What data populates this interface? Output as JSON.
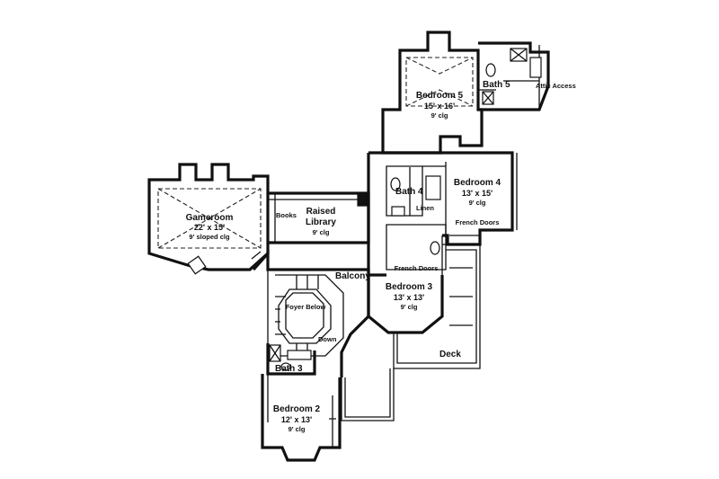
{
  "rooms": {
    "bedroom5": {
      "name": "Bedroom 5",
      "size": "15' x 16'",
      "ceiling": "9' clg"
    },
    "bath5": {
      "name": "Bath 5"
    },
    "attic_access": "Attic Access",
    "bedroom4": {
      "name": "Bedroom 4",
      "size": "13' x 15'",
      "ceiling": "9' clg",
      "doors": "French Doors"
    },
    "bath4": {
      "name": "Bath 4",
      "linen": "Linen"
    },
    "bedroom3": {
      "name": "Bedroom 3",
      "size": "13' x 13'",
      "ceiling": "9' clg",
      "doors": "French Doors"
    },
    "gameroom": {
      "name": "Gameroom",
      "size": "22' x 15'",
      "ceiling": "9' sloped clg"
    },
    "library": {
      "name_line1": "Raised",
      "name_line2": "Library",
      "ceiling": "9' clg",
      "books": "Books"
    },
    "balcony": "Balcony",
    "foyer": "Foyer Below",
    "stairs_down": "Down",
    "deck": "Deck",
    "bath3": {
      "name": "Bath 3"
    },
    "bedroom2": {
      "name": "Bedroom 2",
      "size": "12' x 13'",
      "ceiling": "9' clg"
    }
  }
}
